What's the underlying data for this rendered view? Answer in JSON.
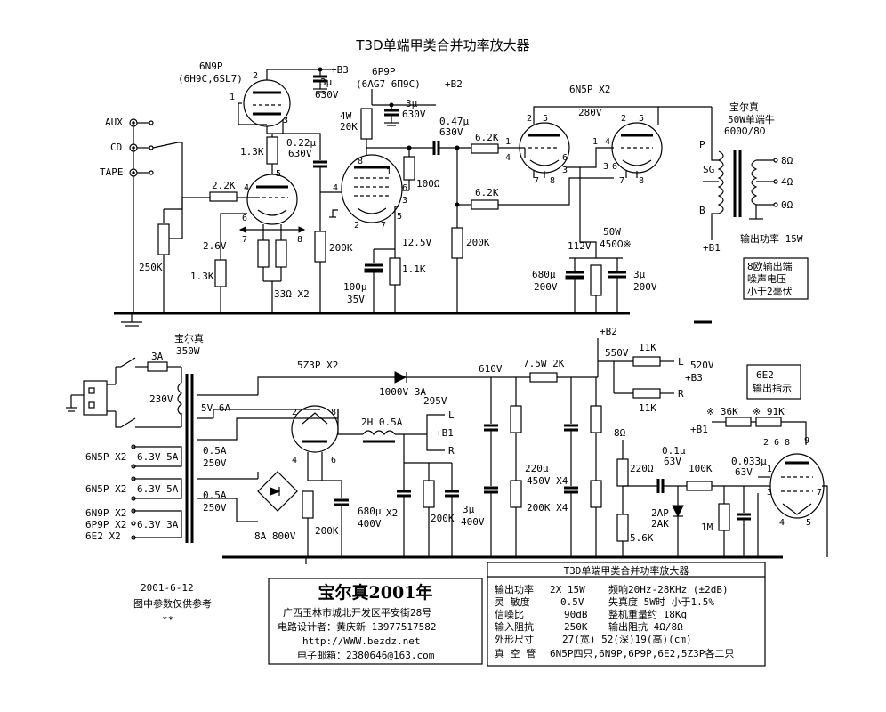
{
  "title": "T3D单端甲类合并功率放大器",
  "tubes": {
    "v1": {
      "name": "6N9P",
      "alt": "(6H9C,6SL7)"
    },
    "v2": {
      "name": "6P9P",
      "alt": "(6AG7 6П9C)"
    },
    "v3": {
      "name": "6N5P X2"
    },
    "rect": {
      "name": "5Z3P X2"
    },
    "ind": {
      "name": "6E2"
    }
  },
  "inputs": [
    "AUX",
    "CD",
    "TAPE"
  ],
  "components": {
    "b3": "+B3",
    "b2": "+B2",
    "b1": "+B1",
    "c_3u_630": [
      "3μ",
      "630V"
    ],
    "c_3u_630b": [
      "3μ",
      "630V"
    ],
    "r_1k3": "1.3K",
    "c_022": [
      "0.22μ",
      "630V"
    ],
    "c_047": [
      "0.47μ",
      "630V"
    ],
    "r_4w20k": [
      "4W",
      "20K"
    ],
    "r_6k2a": "6.2K",
    "r_6k2b": "6.2K",
    "r_2k2": "2.2K",
    "r_100": "100Ω",
    "v_2_6": "2.6V",
    "r_1k3b": "1.3K",
    "r_250k": "250K",
    "r_200ka": "200K",
    "r_200kb": "200K",
    "v_12_5": "12.5V",
    "r_1k1": "1.1K",
    "c_100u": [
      "100μ",
      "35V"
    ],
    "r_33": "33Ω X2",
    "v_280": "280V",
    "v_112": "112V",
    "r_50w": [
      "50W",
      "450Ω※"
    ],
    "c_680u": [
      "680μ",
      "200V"
    ],
    "c_3u_200": [
      "3μ",
      "200V"
    ]
  },
  "opt": {
    "brand": "宝尔真",
    "spec1": "50W单端牛",
    "spec2": "600Ω/8Ω",
    "taps": [
      "P",
      "SG",
      "B",
      "+B1"
    ],
    "out_taps": [
      "8Ω",
      "4Ω",
      "0Ω"
    ],
    "power": "输出功率 15W",
    "noise": [
      "8欧输出端",
      "噪声电压",
      "小于2毫伏"
    ]
  },
  "psu": {
    "brand": "宝尔真",
    "va": "350W",
    "fuse": "3A",
    "mains": "230V",
    "taps": [
      "5V 6A",
      "0.5A",
      "250V",
      "0.5A",
      "250V"
    ],
    "heaters": [
      {
        "tube": "6N5P  X2",
        "v": "6.3V 5A"
      },
      {
        "tube": "6N5P  X2",
        "v": "6.3V 5A"
      },
      {
        "tube": "6N9P  X2",
        "v": "6.3V 3A"
      },
      {
        "tube": "6P9P  X2",
        "v": ""
      },
      {
        "tube": "6E2   X2",
        "v": ""
      }
    ],
    "bridge": "8A 800V",
    "diode": "1000V 3A",
    "choke": "2H 0.5A",
    "v295": "295V",
    "L": "L",
    "R": "R",
    "c680": [
      "680μ",
      "400V"
    ],
    "x2": "X2",
    "r200k": "200K",
    "r200kb": "200K",
    "r200kc": "200K",
    "c3u": [
      "3μ",
      "400V"
    ],
    "v610": "610V",
    "r7_5": "7.5W 2K",
    "c220": [
      "220μ",
      "450V X4"
    ],
    "r200x4": "200K X4",
    "v550": "550V",
    "r11k": "11K",
    "r11kb": "11K",
    "v520": "520V",
    "b3": "+B3",
    "ind_box": [
      "6E2",
      "输出指示"
    ],
    "r36k": "※ 36K",
    "r91k": "※ 91K",
    "r8": "8Ω",
    "r220": "220Ω",
    "c01": [
      "0.1μ",
      "63V"
    ],
    "r100k": "100K",
    "c0033": [
      "0.033μ",
      "63V"
    ],
    "d2ap": [
      "2AP",
      "2AK"
    ],
    "r1m": "1M",
    "r5k6": "5.6K"
  },
  "footer": {
    "date": "2001-6-12",
    "note": "图中参数仅供参考",
    "stars": "**"
  },
  "infobox": {
    "title": "宝尔真2001年",
    "addr": "广西玉林市城北开发区平安街28号",
    "designer": "电路设计者：黄庆新    13977517582",
    "web": "http://WWW.bezdz.net",
    "mail": "电子邮箱：2380646@163.com"
  },
  "spec": {
    "title": "T3D单端甲类合并功率放大器",
    "rows": [
      [
        "输出功率",
        "2X 15W",
        "频响20Hz-28KHz (±2dB)"
      ],
      [
        "灵 敏度",
        "0.5V",
        "失真度   5W时 小于1.5%"
      ],
      [
        "信噪比",
        "90dB",
        "整机重量约 18Kg"
      ],
      [
        "输入阻抗",
        "250K",
        "输出阻抗   4Ω/8Ω"
      ],
      [
        "外形尺寸",
        "27(宽) 52(深)19(高)(cm)",
        ""
      ],
      [
        "真 空 管",
        "6N5P四只,6N9P,6P9P,6E2,5Z3P各二只",
        ""
      ]
    ]
  }
}
